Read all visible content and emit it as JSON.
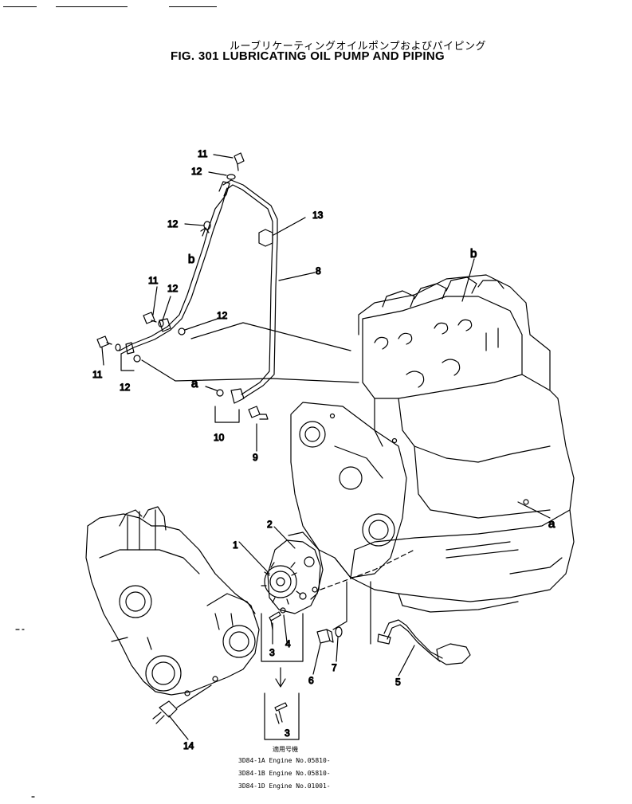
{
  "title": {
    "japanese": "ルーブリケーティングオイルポンプおよびパイピング",
    "english": "FIG. 301  LUBRICATING OIL PUMP AND PIPING"
  },
  "callouts": {
    "n1": "1",
    "n2": "2",
    "n3": "3",
    "n3b": "3",
    "n4": "4",
    "n5": "5",
    "n6": "6",
    "n7": "7",
    "n8": "8",
    "n9": "9",
    "n10": "10",
    "n11a": "11",
    "n11b": "11",
    "n11c": "11",
    "n12a": "12",
    "n12b": "12",
    "n12c": "12",
    "n12d": "12",
    "n12e": "12",
    "n13": "13",
    "n14": "14",
    "a1": "a",
    "a2": "a",
    "b1": "b",
    "b2": "b"
  },
  "applicability": {
    "heading": "適用号機",
    "lines": [
      "3D84-1A Engine No.05810-",
      "3D84-1B Engine No.05810-",
      "3D84-1D Engine No.01001-"
    ]
  }
}
